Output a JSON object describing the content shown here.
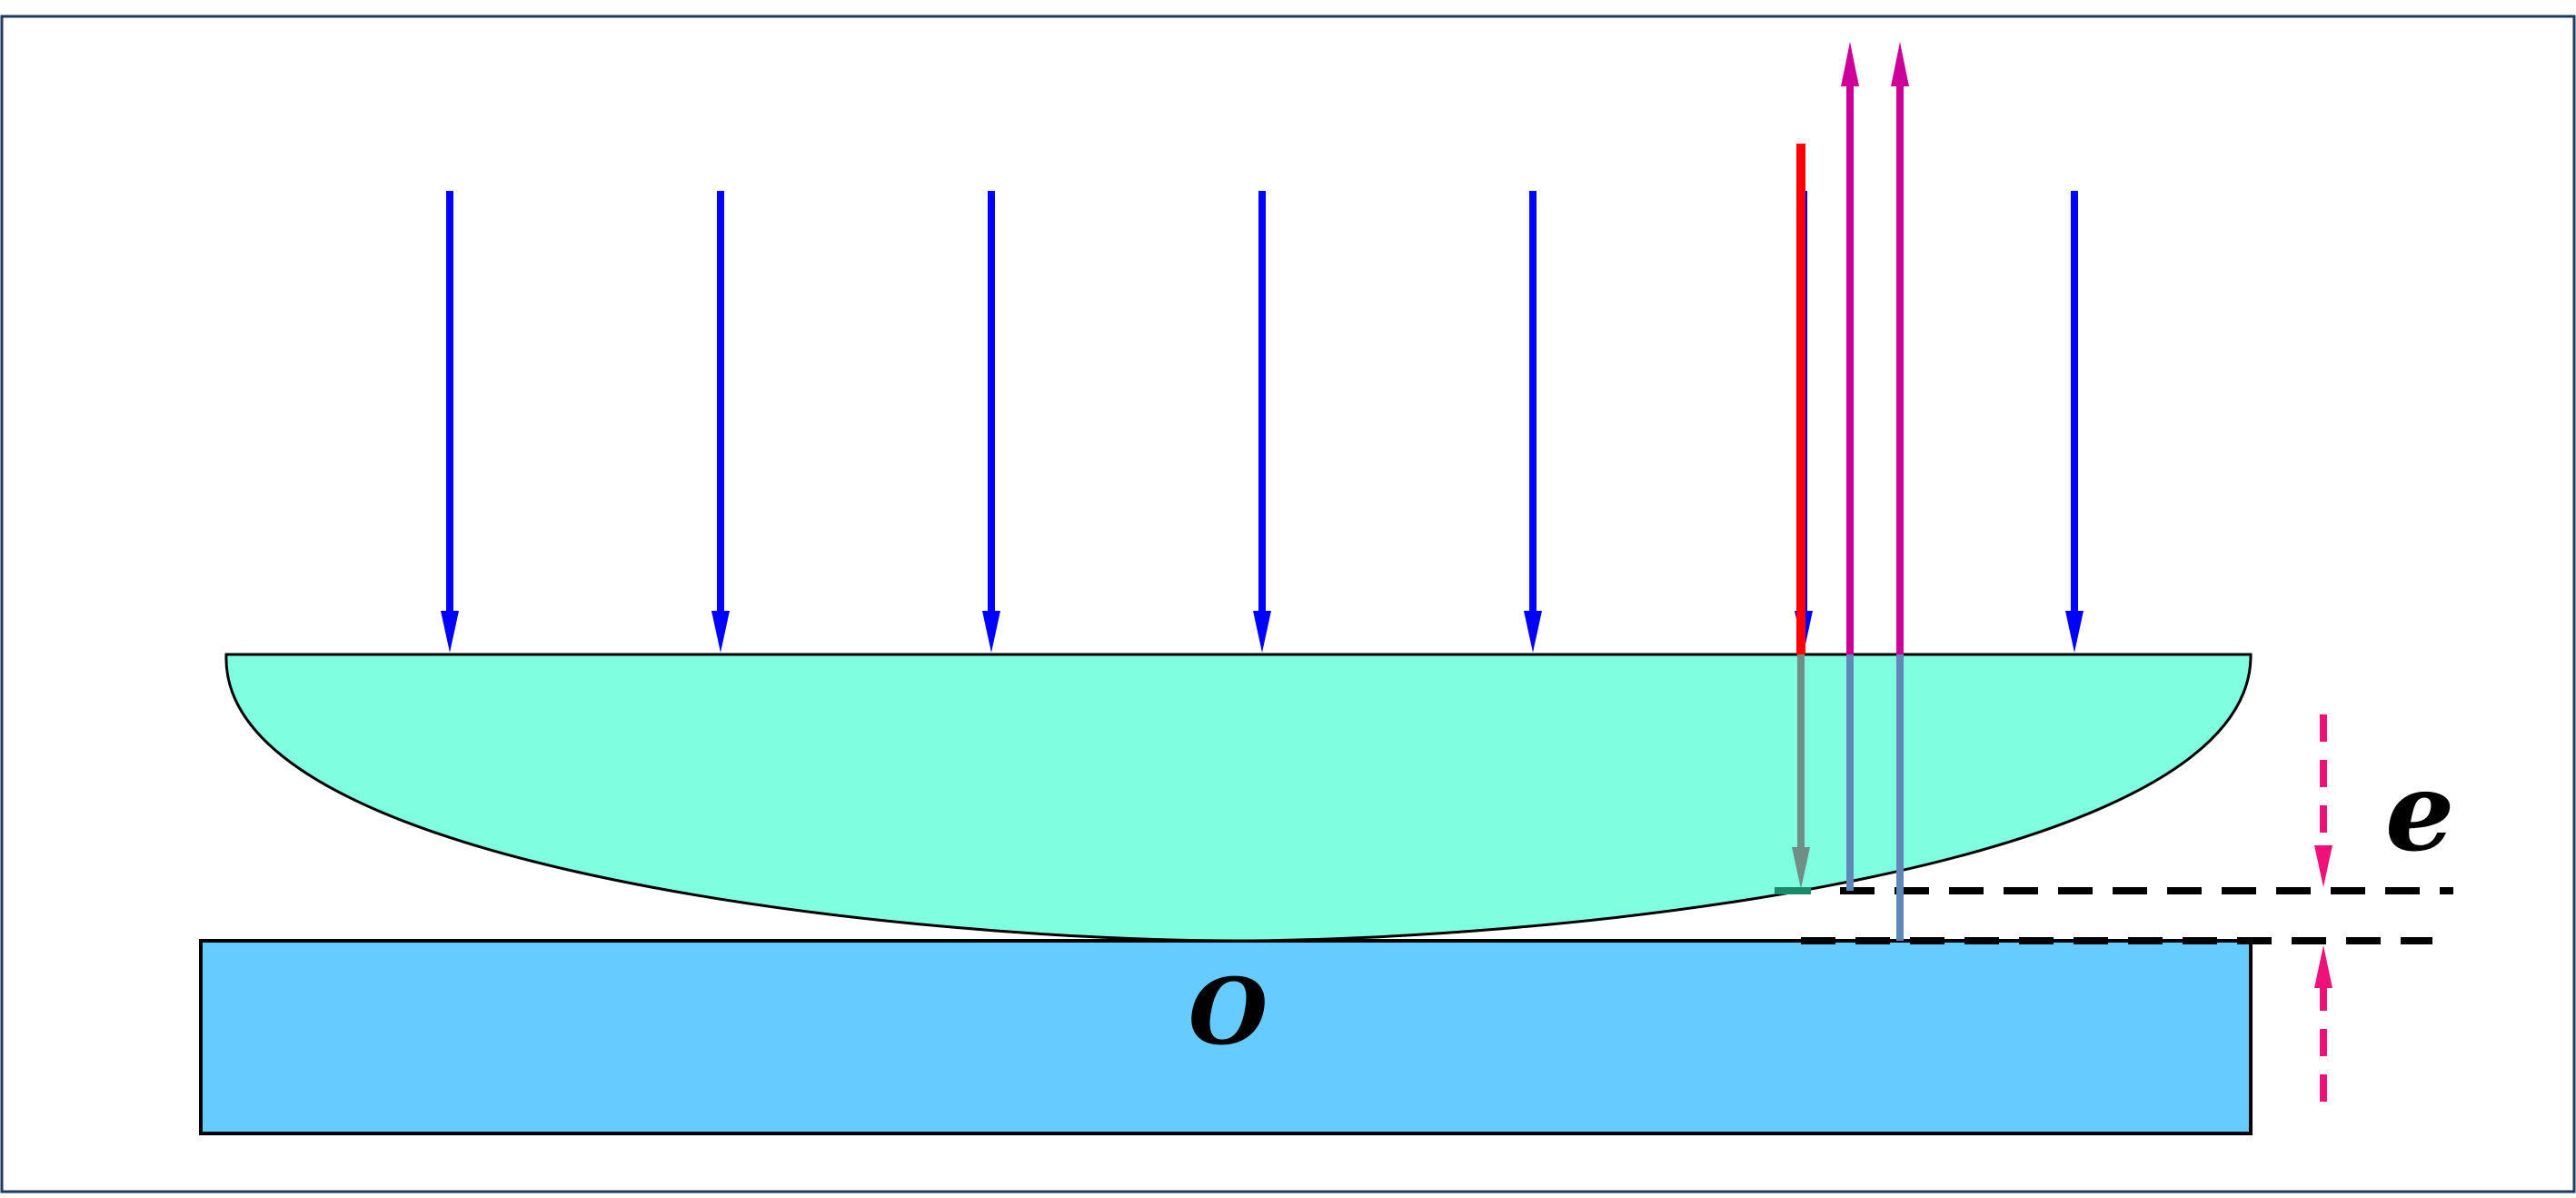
{
  "labels": {
    "gap_thickness": "e",
    "contact_point": "O"
  },
  "colors": {
    "frame": "#1f3a5f",
    "incident_ray": "#0000ff",
    "highlighted_ray": "#ff0000",
    "reflected_ray": "#cc0099",
    "ray_in_lens": "#6f8f86",
    "ray_in_lens_reflected": "#5f87b8",
    "lens_fill": "#7fffe0",
    "plate_fill": "#66ccff",
    "dimension_marker": "#ee1177",
    "dashed_reference": "#000000",
    "contact_highlight": "#1a8a6a"
  },
  "diagram": {
    "type": "newtons-rings-setup",
    "incident_ray_count": 7,
    "reflected_ray_count": 2
  }
}
